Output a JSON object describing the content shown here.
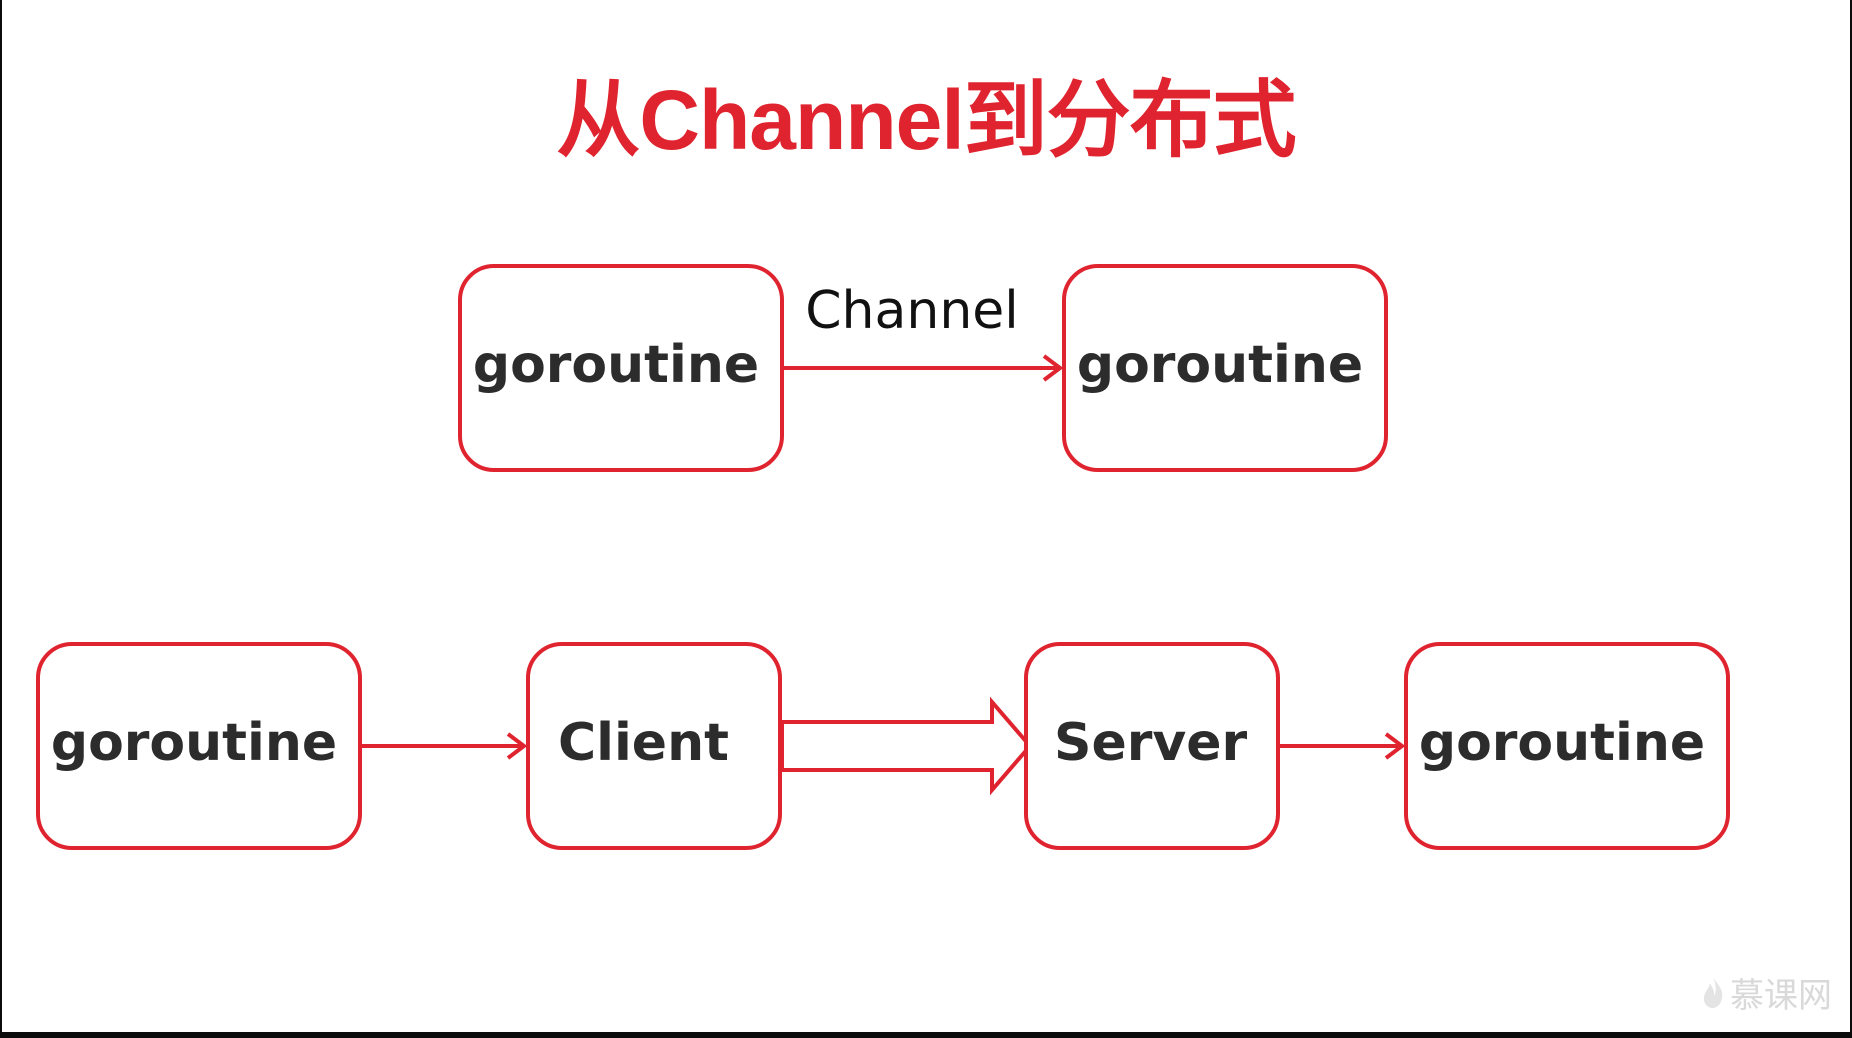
{
  "title": "从Channel到分布式",
  "top_row": {
    "left_box": "goroutine",
    "edge_label": "Channel",
    "right_box": "goroutine"
  },
  "bottom_row": {
    "box1": "goroutine",
    "box2": "Client",
    "box3": "Server",
    "box4": "goroutine"
  },
  "watermark": {
    "text": "慕课网",
    "icon": "flame-icon"
  },
  "colors": {
    "accent": "#e0242f",
    "text": "#2c2c2c",
    "background": "#ffffff"
  }
}
